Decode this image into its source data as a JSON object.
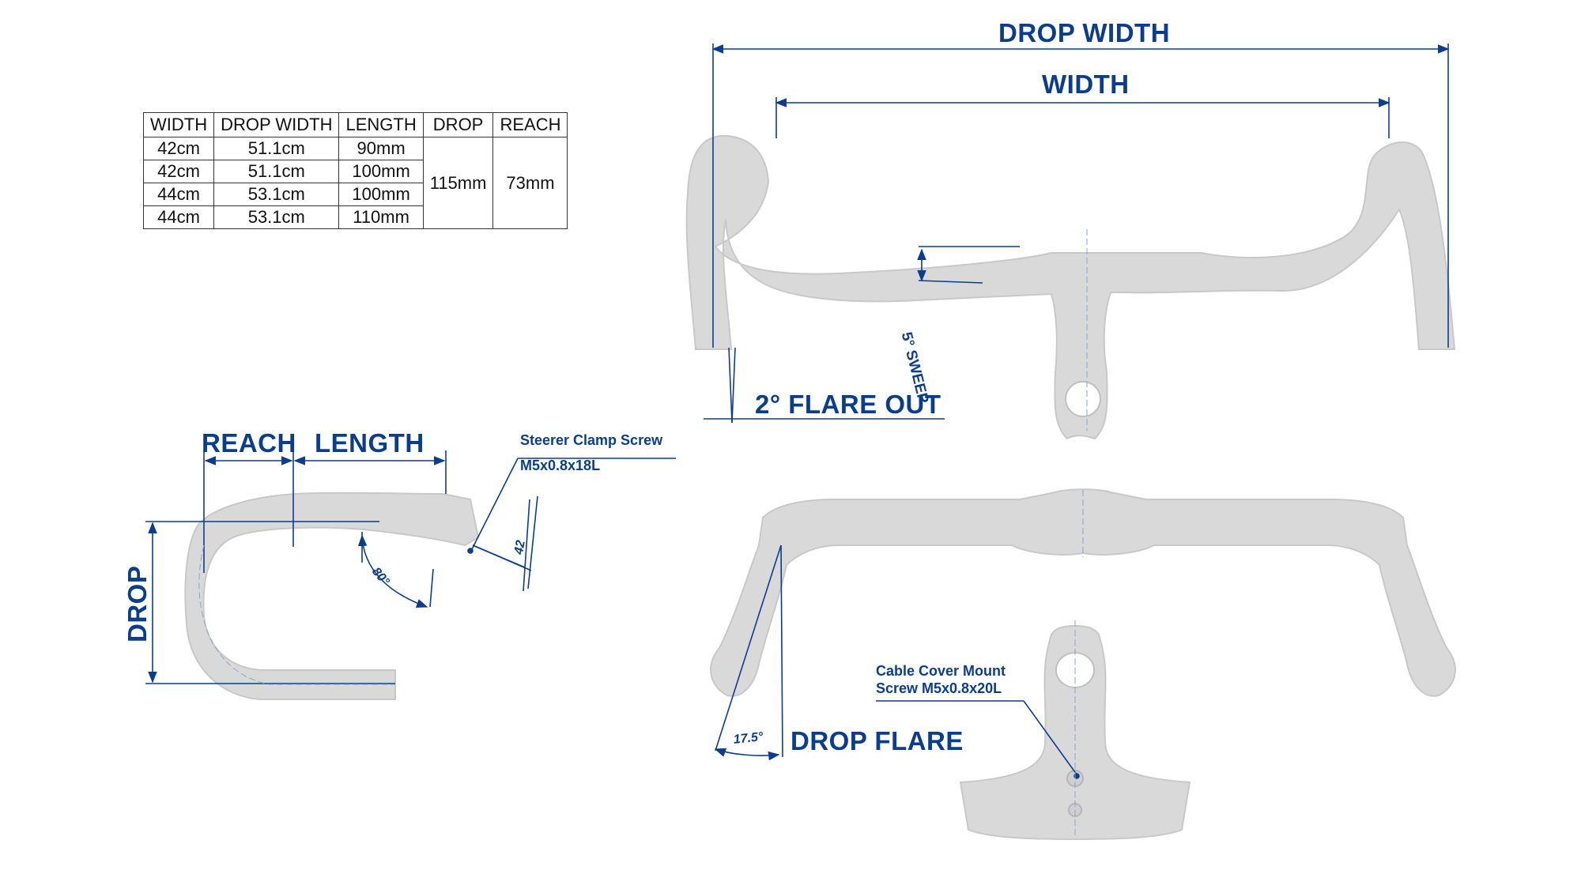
{
  "spec_table": {
    "headers": [
      "WIDTH",
      "DROP WIDTH",
      "LENGTH",
      "DROP",
      "REACH"
    ],
    "rows": [
      [
        "42cm",
        "51.1cm",
        "90mm"
      ],
      [
        "42cm",
        "51.1cm",
        "100mm"
      ],
      [
        "44cm",
        "53.1cm",
        "100mm"
      ],
      [
        "44cm",
        "53.1cm",
        "110mm"
      ]
    ],
    "drop": "115mm",
    "reach": "73mm"
  },
  "labels": {
    "drop_width": "DROP WIDTH",
    "width": "WIDTH",
    "sweep": "5° SWEEP",
    "flare_out": "2° FLARE OUT",
    "reach": "REACH",
    "length": "LENGTH",
    "drop": "DROP",
    "steerer_clamp_title": "Steerer Clamp Screw",
    "steerer_clamp_spec": "M5x0.8x18L",
    "angle_80": "80°",
    "dim_42": "42",
    "drop_flare": "DROP FLARE",
    "angle_17_5": "17.5°",
    "cable_cover_line1": "Cable Cover Mount",
    "cable_cover_line2": "Screw M5x0.8x20L"
  },
  "colors": {
    "annotation": "#0b3d8f",
    "part_fill": "#d9d9d9",
    "part_stroke": "#c4c4c4"
  }
}
